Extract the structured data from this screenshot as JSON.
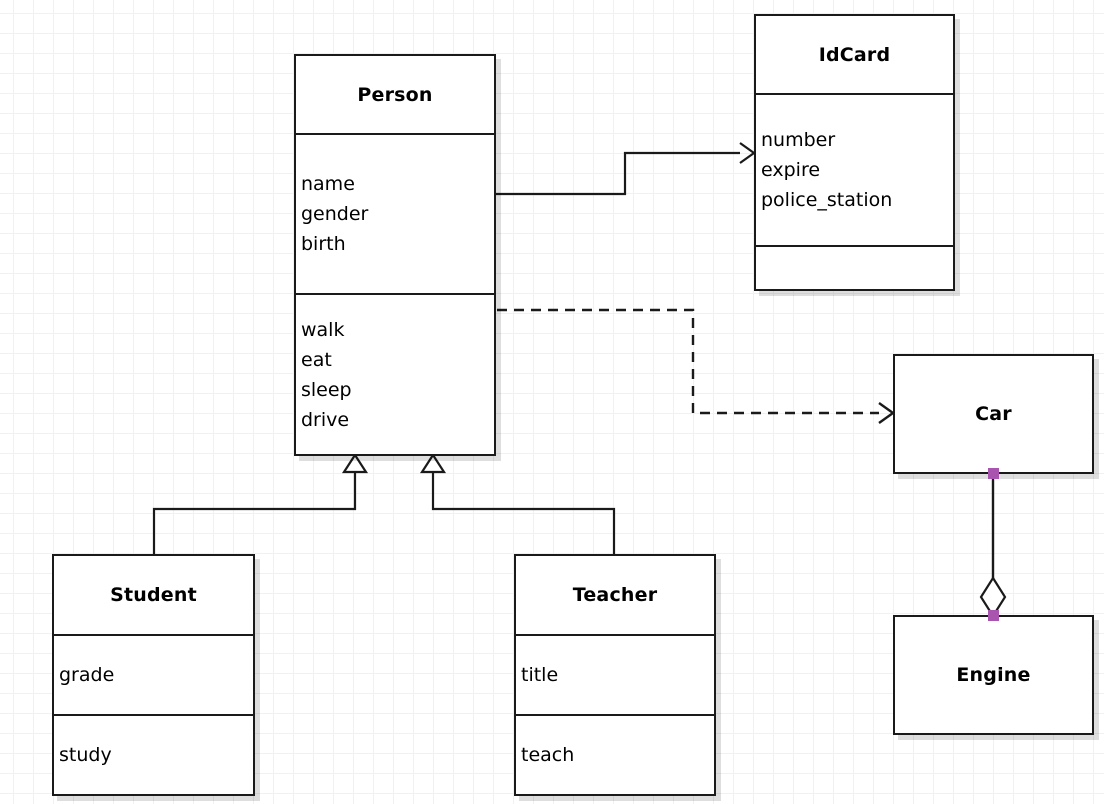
{
  "diagram": {
    "type": "uml-class-diagram",
    "background": "#ffffff",
    "grid_color": "#f1f1f1",
    "line_color": "#1a1a1a",
    "selection_handle_color": "#a955b0",
    "classes": [
      {
        "id": "person",
        "name": "Person",
        "attributes": [
          "name",
          "gender",
          "birth"
        ],
        "operations": [
          "walk",
          "eat",
          "sleep",
          "drive"
        ]
      },
      {
        "id": "idcard",
        "name": "IdCard",
        "attributes": [
          "number",
          "expire",
          "police_station"
        ],
        "operations": []
      },
      {
        "id": "car",
        "name": "Car",
        "attributes": [],
        "operations": []
      },
      {
        "id": "engine",
        "name": "Engine",
        "attributes": [],
        "operations": []
      },
      {
        "id": "student",
        "name": "Student",
        "attributes": [
          "grade"
        ],
        "operations": [
          "study"
        ]
      },
      {
        "id": "teacher",
        "name": "Teacher",
        "attributes": [
          "title"
        ],
        "operations": [
          "teach"
        ]
      }
    ],
    "relationships": [
      {
        "id": "person-idcard",
        "kind": "association",
        "from": "person",
        "to": "idcard",
        "line_style": "solid",
        "arrow": "open-arrow"
      },
      {
        "id": "person-car",
        "kind": "dependency",
        "from": "person",
        "to": "car",
        "line_style": "dashed",
        "arrow": "open-arrow"
      },
      {
        "id": "student-person",
        "kind": "generalization",
        "from": "student",
        "to": "person",
        "line_style": "solid",
        "arrow": "hollow-triangle"
      },
      {
        "id": "teacher-person",
        "kind": "generalization",
        "from": "teacher",
        "to": "person",
        "line_style": "solid",
        "arrow": "hollow-triangle"
      },
      {
        "id": "car-engine",
        "kind": "aggregation",
        "from": "car",
        "to": "engine",
        "line_style": "solid",
        "arrow": "hollow-diamond",
        "selected": true
      }
    ]
  }
}
